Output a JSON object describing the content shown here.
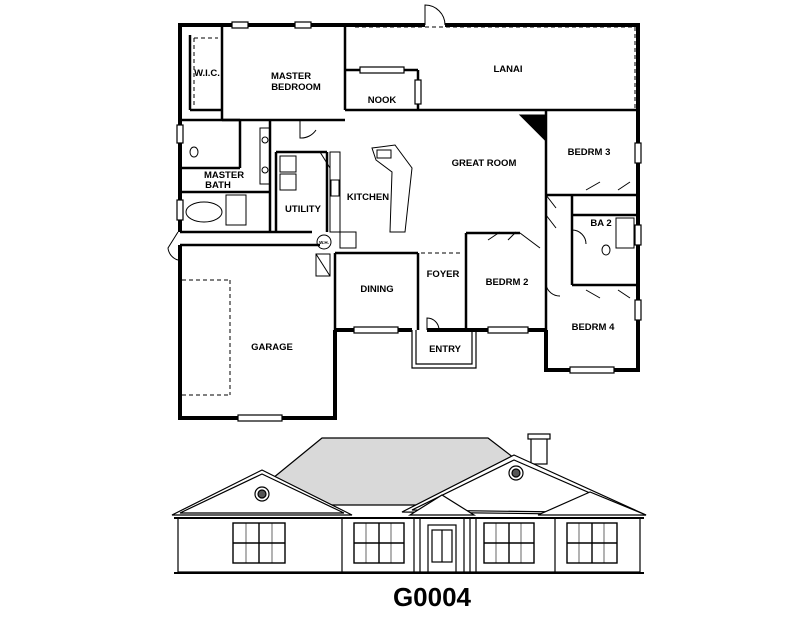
{
  "plan_id": "G0004",
  "rooms": {
    "wic": "W.I.C.",
    "master_bedroom_1": "MASTER",
    "master_bedroom_2": "BEDROOM",
    "nook": "NOOK",
    "lanai": "LANAI",
    "great_room": "GREAT ROOM",
    "bedrm3": "BEDRM 3",
    "master_bath_1": "MASTER",
    "master_bath_2": "BATH",
    "utility": "UTILITY",
    "kitchen": "KITCHEN",
    "ba2": "BA 2",
    "garage": "GARAGE",
    "dining": "DINING",
    "foyer": "FOYER",
    "bedrm2": "BEDRM 2",
    "bedrm4": "BEDRM 4",
    "entry": "ENTRY",
    "wh": "W.H."
  },
  "colors": {
    "ink": "#000000",
    "roof_fill": "#d9d9d9",
    "window_fill": "#ffffff"
  }
}
